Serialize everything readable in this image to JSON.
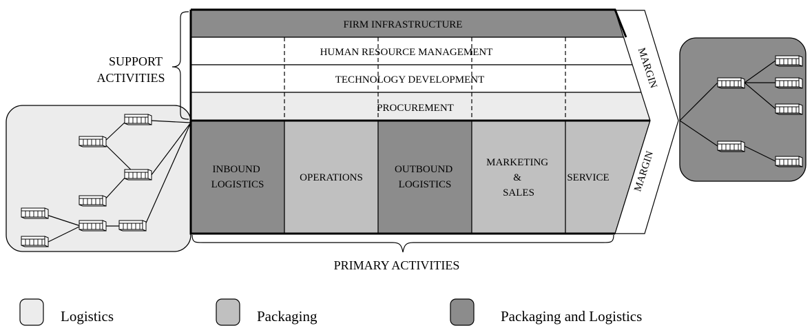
{
  "support": {
    "label_line1": "SUPPORT",
    "label_line2": "ACTIVITIES",
    "bands": [
      {
        "label": "FIRM INFRASTRUCTURE",
        "fill": "#8c8c8c"
      },
      {
        "label": "HUMAN RESOURCE MANAGEMENT",
        "fill": "#ffffff"
      },
      {
        "label": "TECHNOLOGY DEVELOPMENT",
        "fill": "#ffffff"
      },
      {
        "label": "PROCUREMENT",
        "fill": "#ececec"
      }
    ]
  },
  "primary": {
    "label": "PRIMARY ACTIVITIES",
    "columns": [
      {
        "lines": [
          "INBOUND",
          "LOGISTICS"
        ],
        "fill": "#8c8c8c"
      },
      {
        "lines": [
          "OPERATIONS"
        ],
        "fill": "#c0c0c0"
      },
      {
        "lines": [
          "OUTBOUND",
          "LOGISTICS"
        ],
        "fill": "#8c8c8c"
      },
      {
        "lines": [
          "MARKETING",
          "&",
          "SALES"
        ],
        "fill": "#c0c0c0"
      },
      {
        "lines": [
          "SERVICE"
        ],
        "fill": "#c0c0c0"
      }
    ]
  },
  "margin": {
    "upper": "MARGIN",
    "lower": "MARGIN"
  },
  "network": {
    "suppliers_fill": "#ececec",
    "customers_fill": "#8c8c8c",
    "node_icon": "warehouse-icon"
  },
  "legend": [
    {
      "label": "Logistics",
      "fill": "#ececec"
    },
    {
      "label": "Packaging",
      "fill": "#c0c0c0"
    },
    {
      "label": "Packaging and Logistics",
      "fill": "#8c8c8c"
    }
  ]
}
